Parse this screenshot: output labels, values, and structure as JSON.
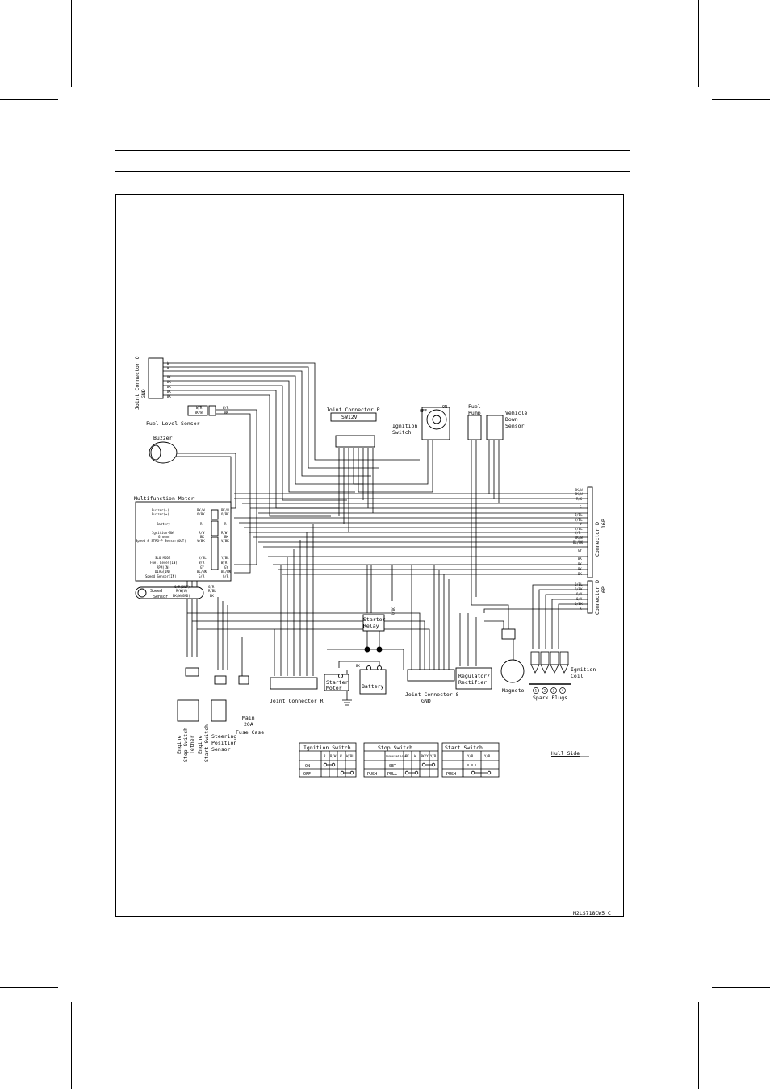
{
  "diagram": {
    "jc_q": "Joint Connector Q",
    "gnd": "GND",
    "fuel_level_sensor": "Fuel Level Sensor",
    "buzzer": "Buzzer",
    "joint_p_title": "Joint Connector P",
    "joint_p_sub": "SW12V",
    "ignition_switch": [
      "Ignition",
      "Switch"
    ],
    "ign_off": "OFF",
    "ign_on": "ON",
    "fuel_pump": [
      "Fuel",
      "Pump"
    ],
    "vehicle_down_sensor": [
      "Vehicle",
      "Down",
      "Sensor"
    ],
    "multifunction_meter": "Multifunction Meter",
    "meter_pins": [
      {
        "label": "Buzzer(-)",
        "in": "BK/W",
        "out": "BK/W"
      },
      {
        "label": "Buzzer(+)",
        "in": "O/BK",
        "out": "O/BK"
      },
      {
        "label": "Battery",
        "in": "R",
        "out": "R"
      },
      {
        "label": "Ignition-SW",
        "in": "R/W",
        "out": "R/W"
      },
      {
        "label": "Ground",
        "in": "BK",
        "out": "BK"
      },
      {
        "label": "Speed & STRG-P Sensor(OUT)",
        "in": "V/BK",
        "out": "V/BK"
      },
      {
        "label": "SLO MODE",
        "in": "Y/BL",
        "out": "Y/BL"
      },
      {
        "label": "Fuel Level(IN)",
        "in": "W/R",
        "out": "W/R"
      },
      {
        "label": "RPM(IN)",
        "in": "GY",
        "out": "GY"
      },
      {
        "label": "DIAG(IN)",
        "in": "BL/BK",
        "out": "BL/BK"
      },
      {
        "label": "Speed Sensor(IN)",
        "in": "G/R",
        "out": "G/R"
      }
    ],
    "speed_sensor": [
      "Speed",
      "Sensor"
    ],
    "speed_pins": [
      {
        "label": "G/R(OUT)",
        "out": "G/R"
      },
      {
        "label": "R/W(V)",
        "out": "R/BL"
      },
      {
        "label": "BK/W(GND)",
        "out": "BK"
      }
    ],
    "fuel_wires": [
      "W/R",
      "BK/W"
    ],
    "fuel_wires_out": [
      "W/R",
      "BK"
    ],
    "q_wires": [
      "BK",
      "BK",
      "BK",
      "BK",
      "BK"
    ],
    "q_top": [
      "W",
      "W"
    ],
    "connector_d_16p": [
      "Connector D",
      "16P"
    ],
    "d16_wires": [
      "BK/W",
      "BK/W",
      "R/G",
      "G",
      "O/BL",
      "Y/BL",
      "W",
      "Y/BL",
      "Y/R",
      "BK/W",
      "BL/BK",
      "GY",
      "BK",
      "BK",
      "BK",
      "BK"
    ],
    "connector_d_6p": [
      "Connector D",
      "6P"
    ],
    "d6_wires": [
      "O/BL",
      "O/BK",
      "O/Y",
      "O/Y",
      "O/BK",
      "R"
    ],
    "starter_relay": [
      "Starter",
      "Relay"
    ],
    "starter_motor": [
      "Starter",
      "Motor"
    ],
    "battery": "Battery",
    "joint_r": "Joint Connector R",
    "joint_s": "Joint Connector S",
    "gnd_s": "GND",
    "regulator": [
      "Regulator/",
      "Rectifier"
    ],
    "magneto": "Magneto",
    "ignition_coil": [
      "Ignition",
      "Coil"
    ],
    "spark_plugs": "Spark Plugs",
    "plug_numbers": [
      "1",
      "2",
      "3",
      "4"
    ],
    "main_fuse": [
      "Main",
      "20A"
    ],
    "fuse_case": "Fuse Case",
    "steering_sensor": [
      "Steering",
      "Position",
      "Sensor"
    ],
    "engine_stop_lanyard": [
      "Engine",
      "Stop Switch",
      "Tether"
    ],
    "engine_start_switch": [
      "Engine",
      "Start Switch"
    ],
    "hull_side": "Hull Side",
    "doc_code": "M2LS718CW5 C",
    "bk_label": "BK",
    "rbk_label": "R/BK"
  },
  "tables": {
    "ignition": {
      "title": "Ignition Switch",
      "headers": [
        "R",
        "R/W",
        "W",
        "W/BL"
      ],
      "rows": [
        {
          "state": "ON"
        },
        {
          "state": "OFF"
        }
      ]
    },
    "stop": {
      "title": "Stop Switch",
      "headers": [
        "Connected Line",
        "BK",
        "W",
        "BK/Y",
        "Y/R"
      ],
      "rows": [
        {
          "state": "SET"
        },
        {
          "state": "PUSH",
          "extra": "PULL"
        }
      ]
    },
    "start": {
      "title": "Start Switch",
      "headers": [
        "Y/R",
        "Y/R"
      ],
      "rows": [
        {
          "state": ""
        },
        {
          "state": "PUSH"
        }
      ]
    }
  }
}
